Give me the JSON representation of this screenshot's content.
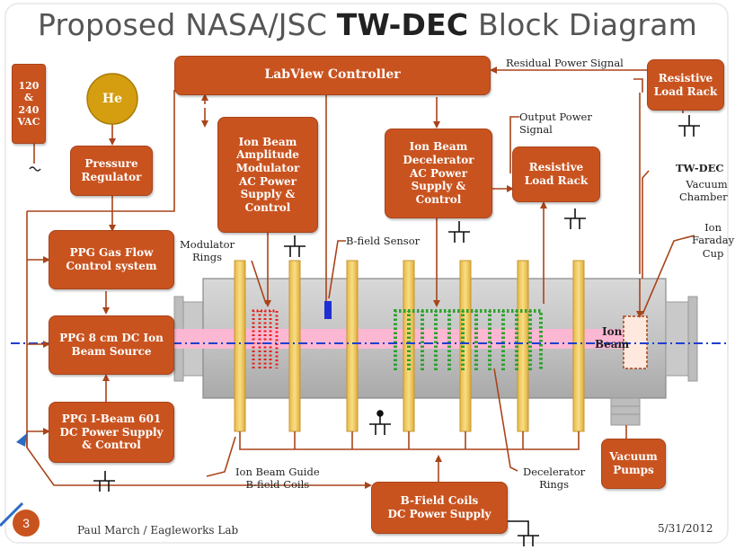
{
  "title": {
    "prefix": "Proposed NASA/JSC ",
    "bold": "TW-DEC",
    "suffix": " Block Diagram"
  },
  "boxes": {
    "ac_supply": "120\n&\n240\nVAC",
    "he_tank": "He",
    "pressure_regulator": "Pressure\nRegulator",
    "labview": "LabView Controller",
    "resistive_load_top": "Resistive\nLoad Rack",
    "ion_beam_modulator": "Ion Beam\nAmplitude\nModulator\nAC Power\nSupply &\nControl",
    "ion_beam_decelerator": "Ion Beam\nDecelerator\nAC Power\nSupply &\nControl",
    "resistive_load_mid": "Resistive\nLoad Rack",
    "gas_flow": "PPG Gas Flow\nControl system",
    "ion_source": "PPG 8 cm DC Ion\nBeam Source",
    "ibeam_supply": "PPG I-Beam 601\nDC Power Supply\n& Control",
    "vacuum_pumps": "Vacuum\nPumps",
    "bfield_supply": "B-Field Coils\nDC Power Supply"
  },
  "labels": {
    "residual_power": "Residual Power Signal",
    "output_power": "Output Power\nSignal",
    "twdec_title": "TW-DEC",
    "twdec_sub": "Vacuum\nChamber",
    "faraday": "Ion\nFaraday\nCup",
    "modulator_rings": "Modulator\nRings",
    "bfield_sensor": "B-field Sensor",
    "ion_beam": "Ion\nBeam",
    "guide_coils": "Ion Beam Guide\nB-field Coils",
    "decel_rings": "Decelerator\nRings"
  },
  "footer": {
    "page": "3",
    "author": "Paul March / Eagleworks Lab",
    "date": "5/31/2012"
  },
  "colors": {
    "box": "#c9531f",
    "chamber": "#c8c8c8",
    "beam": "#ffb6d4",
    "coil": "#f5d36b",
    "modulator": "#e8201a",
    "decelerator": "#2ea12e",
    "axis": "#1f3fcf"
  }
}
